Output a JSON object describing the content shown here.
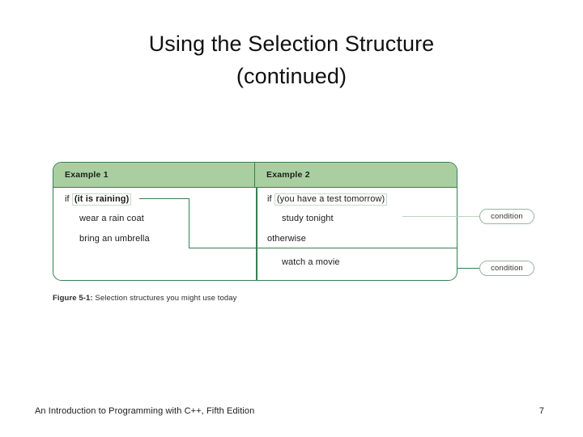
{
  "slide": {
    "title_line1": "Using the Selection Structure",
    "title_line2": "(continued)",
    "page_number": "7",
    "footer": "An Introduction to Programming with C++, Fifth Edition"
  },
  "figure": {
    "caption_label": "Figure 5-1:",
    "caption_text": " Selection structures you might use today",
    "colors": {
      "header_fill": "#a9cfa0",
      "border": "#3a7d52",
      "leader_line": "#bcd3c2",
      "pill_border": "#9ab5a1",
      "condition_box_border": "#c9d9cc"
    },
    "table": {
      "headers": [
        "Example 1",
        "Example 2"
      ],
      "example1": {
        "keyword": "if",
        "condition": "(it is raining)",
        "statements": [
          "wear a rain coat",
          "bring an umbrella"
        ]
      },
      "example2": {
        "keyword": "if",
        "condition": "(you have a test tomorrow)",
        "true_statements": [
          "study tonight"
        ],
        "else_keyword": "otherwise",
        "false_statements": [
          "watch a movie"
        ]
      }
    },
    "callouts": [
      {
        "label": "condition"
      },
      {
        "label": "condition"
      }
    ]
  }
}
